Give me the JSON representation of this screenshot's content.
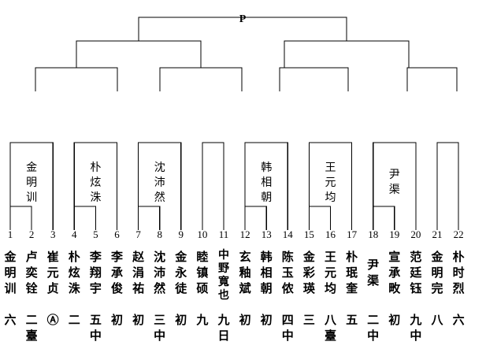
{
  "bracket": {
    "champion_label": "P",
    "seat_count": 22,
    "seat_numbers": [
      "1",
      "2",
      "3",
      "4",
      "5",
      "6",
      "7",
      "8",
      "9",
      "10",
      "11",
      "12",
      "13",
      "14",
      "15",
      "16",
      "17",
      "18",
      "19",
      "20",
      "21",
      "22"
    ],
    "line_color": "#000000",
    "background_color": "#ffffff"
  },
  "advancing_winners": [
    {
      "seats": [
        1,
        3
      ],
      "name": "金明训"
    },
    {
      "seats": [
        4,
        6
      ],
      "name": "朴炫洙"
    },
    {
      "seats": [
        7,
        9
      ],
      "name": "沈沛然"
    },
    {
      "seats": [
        10,
        11
      ],
      "name": ""
    },
    {
      "seats": [
        12,
        14
      ],
      "name": "韩相朝"
    },
    {
      "seats": [
        15,
        17
      ],
      "name": "王元均"
    },
    {
      "seats": [
        18,
        20
      ],
      "name": "尹渠"
    },
    {
      "seats": [
        21,
        22
      ],
      "name": ""
    }
  ],
  "players": [
    {
      "seat": "1",
      "name": "金明训",
      "rank": "六"
    },
    {
      "seat": "2",
      "name": "卢奕铨",
      "rank": "二臺"
    },
    {
      "seat": "3",
      "name": "崔元贞",
      "rank": "Ⓐ"
    },
    {
      "seat": "4",
      "name": "朴炫洙",
      "rank": "二"
    },
    {
      "seat": "5",
      "name": "李翔宇",
      "rank": "五中"
    },
    {
      "seat": "6",
      "name": "李承俊",
      "rank": "初"
    },
    {
      "seat": "7",
      "name": "赵涓祐",
      "rank": "初"
    },
    {
      "seat": "8",
      "name": "沈沛然",
      "rank": "三中"
    },
    {
      "seat": "9",
      "name": "金永徒",
      "rank": "初"
    },
    {
      "seat": "10",
      "name": "睦镇硕",
      "rank": "九"
    },
    {
      "seat": "11",
      "name": "中野寬也",
      "rank": "九日"
    },
    {
      "seat": "12",
      "name": "玄釉斌",
      "rank": "初"
    },
    {
      "seat": "13",
      "name": "韩相朝",
      "rank": "初"
    },
    {
      "seat": "14",
      "name": "陈玉侬",
      "rank": "四中"
    },
    {
      "seat": "15",
      "name": "金彩瑛",
      "rank": "三"
    },
    {
      "seat": "16",
      "name": "王元均",
      "rank": "八臺"
    },
    {
      "seat": "17",
      "name": "朴珉奎",
      "rank": "五"
    },
    {
      "seat": "18",
      "name": "尹渠",
      "rank": "二中"
    },
    {
      "seat": "19",
      "name": "宣承畋",
      "rank": "初"
    },
    {
      "seat": "20",
      "name": "范廷钰",
      "rank": "九中"
    },
    {
      "seat": "21",
      "name": "金明完",
      "rank": "八"
    },
    {
      "seat": "22",
      "name": "朴时烈",
      "rank": "六"
    }
  ]
}
